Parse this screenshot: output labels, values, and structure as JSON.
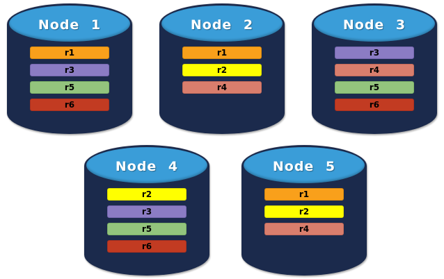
{
  "diagram": {
    "type": "database-replica-distribution",
    "colors": {
      "background": "#FFFFFF",
      "cylinder_body": "#1B2A4C",
      "cylinder_top": "#3A9DD8",
      "node_label_text": "#FFFFFF",
      "replica_label_text": "#000000"
    },
    "replica_colors": {
      "r1": {
        "fill": "#F9A01B",
        "border": "#D88A0E"
      },
      "r2": {
        "fill": "#FFFF00",
        "border": "#DEDE00"
      },
      "r3": {
        "fill": "#8B7CC4",
        "border": "#7667B0"
      },
      "r4": {
        "fill": "#D97E6D",
        "border": "#C46A5A"
      },
      "r5": {
        "fill": "#93C47D",
        "border": "#7DB267"
      },
      "r6": {
        "fill": "#C23B22",
        "border": "#A93020"
      }
    },
    "nodes": [
      {
        "label": "Node 1",
        "replicas": [
          "r1",
          "r3",
          "r5",
          "r6"
        ]
      },
      {
        "label": "Node 2",
        "replicas": [
          "r1",
          "r2",
          "r4"
        ]
      },
      {
        "label": "Node 3",
        "replicas": [
          "r3",
          "r4",
          "r5",
          "r6"
        ]
      },
      {
        "label": "Node 4",
        "replicas": [
          "r2",
          "r3",
          "r5",
          "r6"
        ]
      },
      {
        "label": "Node 5",
        "replicas": [
          "r1",
          "r2",
          "r4"
        ]
      }
    ]
  }
}
